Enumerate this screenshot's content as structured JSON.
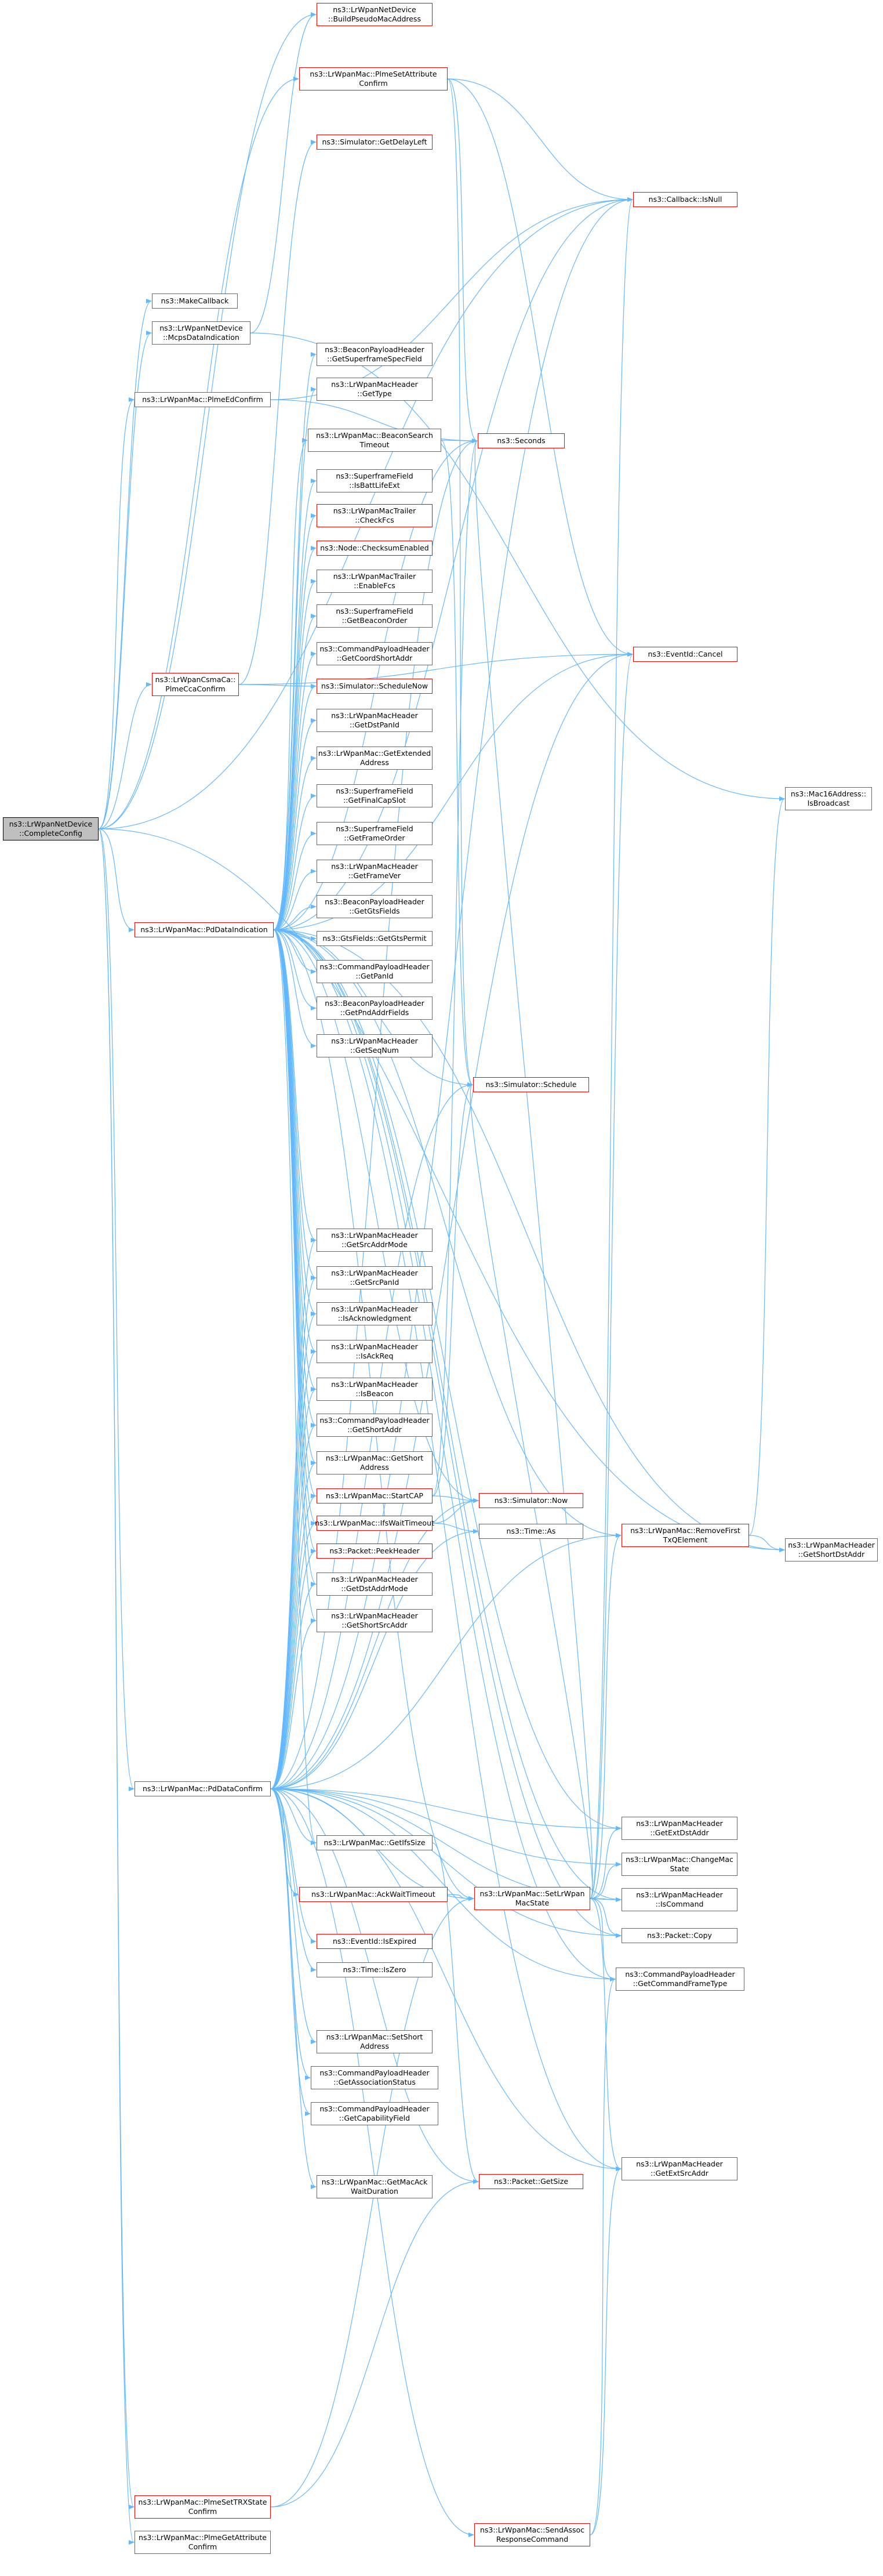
{
  "diagram": {
    "colors": {
      "edge": "#63b8ff",
      "border_default": "#666666",
      "border_linked": "#ff0000",
      "root_fill": "#bfbfbf"
    },
    "nodes": {
      "root": [
        "ns3::LrWpanNetDevice",
        "::CompleteConfig"
      ],
      "n_buildpseudo": [
        "ns3::LrWpanNetDevice",
        "::BuildPseudoMacAddress"
      ],
      "n_plmesetattr": [
        "ns3::LrWpanMac::PlmeSetAttribute",
        "Confirm"
      ],
      "n_getdelayleft": [
        "ns3::Simulator::GetDelayLeft"
      ],
      "n_callbackisnull": [
        "ns3::Callback::IsNull"
      ],
      "n_makecallback": [
        "ns3::MakeCallback"
      ],
      "n_mcpsdataind": [
        "ns3::LrWpanNetDevice",
        "::McpsDataIndication"
      ],
      "n_plmeedconfirm": [
        "ns3::LrWpanMac::PlmeEdConfirm"
      ],
      "n_beaconpayload_getsuperframe": [
        "ns3::BeaconPayloadHeader",
        "::GetSuperframeSpecField"
      ],
      "n_mac_gettype": [
        "ns3::LrWpanMacHeader",
        "::GetType"
      ],
      "n_beaconsearch": [
        "ns3::LrWpanMac::BeaconSearch",
        "Timeout"
      ],
      "n_seconds": [
        "ns3::Seconds"
      ],
      "n_isbattlifeext": [
        "ns3::SuperframeField",
        "::IsBattLifeExt"
      ],
      "n_checkfcs": [
        "ns3::LrWpanMacTrailer",
        "::CheckFcs"
      ],
      "n_checksumenabled": [
        "ns3::Node::ChecksumEnabled"
      ],
      "n_enablefcs": [
        "ns3::LrWpanMacTrailer",
        "::EnableFcs"
      ],
      "n_getbeaconorder": [
        "ns3::SuperframeField",
        "::GetBeaconOrder"
      ],
      "n_getcoordshortaddr": [
        "ns3::CommandPayloadHeader",
        "::GetCoordShortAddr"
      ],
      "n_plmeccaconfirm": [
        "ns3::LrWpanCsmaCa::",
        "PlmeCcaConfirm"
      ],
      "n_schedulenow": [
        "ns3::Simulator::ScheduleNow"
      ],
      "n_eventidcancel": [
        "ns3::EventId::Cancel"
      ],
      "n_getdstpanid": [
        "ns3::LrWpanMacHeader",
        "::GetDstPanId"
      ],
      "n_getextendedaddress": [
        "ns3::LrWpanMac::GetExtended",
        "Address"
      ],
      "n_getfinalcapslot": [
        "ns3::SuperframeField",
        "::GetFinalCapSlot"
      ],
      "n_mac16isbroadcast": [
        "ns3::Mac16Address::",
        "IsBroadcast"
      ],
      "n_getframeorder": [
        "ns3::SuperframeField",
        "::GetFrameOrder"
      ],
      "n_getframever": [
        "ns3::LrWpanMacHeader",
        "::GetFrameVer"
      ],
      "n_pddataindication": [
        "ns3::LrWpanMac::PdDataIndication"
      ],
      "n_getgtsfields": [
        "ns3::BeaconPayloadHeader",
        "::GetGtsFields"
      ],
      "n_getgtspermit": [
        "ns3::GtsFields::GetGtsPermit"
      ],
      "n_getpanid": [
        "ns3::CommandPayloadHeader",
        "::GetPanId"
      ],
      "n_getpndaddrfields": [
        "ns3::BeaconPayloadHeader",
        "::GetPndAddrFields"
      ],
      "n_getseqnum": [
        "ns3::LrWpanMacHeader",
        "::GetSeqNum"
      ],
      "n_simschedule": [
        "ns3::Simulator::Schedule"
      ],
      "n_getsrcaddrmode": [
        "ns3::LrWpanMacHeader",
        "::GetSrcAddrMode"
      ],
      "n_getsrcpanid": [
        "ns3::LrWpanMacHeader",
        "::GetSrcPanId"
      ],
      "n_isacknowledgment": [
        "ns3::LrWpanMacHeader",
        "::IsAcknowledgment"
      ],
      "n_isackreq": [
        "ns3::LrWpanMacHeader",
        "::IsAckReq"
      ],
      "n_isbeacon": [
        "ns3::LrWpanMacHeader",
        "::IsBeacon"
      ],
      "n_removefirsttxq": [
        "ns3::LrWpanMac::RemoveFirst",
        "TxQElement"
      ],
      "n_getshortdstaddr": [
        "ns3::LrWpanMacHeader",
        "::GetShortDstAddr"
      ],
      "n_getshortaddr_cmd": [
        "ns3::CommandPayloadHeader",
        "::GetShortAddr"
      ],
      "n_getshortaddress": [
        "ns3::LrWpanMac::GetShort",
        "Address"
      ],
      "n_startcap": [
        "ns3::LrWpanMac::StartCAP"
      ],
      "n_simnow": [
        "ns3::Simulator::Now"
      ],
      "n_ifswaittimeout": [
        "ns3::LrWpanMac::IfsWaitTimeout"
      ],
      "n_timeas": [
        "ns3::Time::As"
      ],
      "n_peekheader": [
        "ns3::Packet::PeekHeader"
      ],
      "n_getdstaddrmode": [
        "ns3::LrWpanMacHeader",
        "::GetDstAddrMode"
      ],
      "n_getshortsrcaddr": [
        "ns3::LrWpanMacHeader",
        "::GetShortSrcAddr"
      ],
      "n_pddataconfirm": [
        "ns3::LrWpanMac::PdDataConfirm"
      ],
      "n_getextdstaddr": [
        "ns3::LrWpanMacHeader",
        "::GetExtDstAddr"
      ],
      "n_getifssize": [
        "ns3::LrWpanMac::GetIfsSize"
      ],
      "n_changemacstate": [
        "ns3::LrWpanMac::ChangeMac",
        "State"
      ],
      "n_ackwaittimeout": [
        "ns3::LrWpanMac::AckWaitTimeout"
      ],
      "n_setlrwpanmacstate": [
        "ns3::LrWpanMac::SetLrWpan",
        "MacState"
      ],
      "n_iscommand": [
        "ns3::LrWpanMacHeader",
        "::IsCommand"
      ],
      "n_packetcopy": [
        "ns3::Packet::Copy"
      ],
      "n_eventidisexpired": [
        "ns3::EventId::IsExpired"
      ],
      "n_timeiszero": [
        "ns3::Time::IsZero"
      ],
      "n_getcommandframetype": [
        "ns3::CommandPayloadHeader",
        "::GetCommandFrameType"
      ],
      "n_setshortaddress": [
        "ns3::LrWpanMac::SetShort",
        "Address"
      ],
      "n_getassociationstatus": [
        "ns3::CommandPayloadHeader",
        "::GetAssociationStatus"
      ],
      "n_getcapabilityfield": [
        "ns3::CommandPayloadHeader",
        "::GetCapabilityField"
      ],
      "n_getextsrcaddr": [
        "ns3::LrWpanMacHeader",
        "::GetExtSrcAddr"
      ],
      "n_packetgetsize": [
        "ns3::Packet::GetSize"
      ],
      "n_getmacackwaitduration": [
        "ns3::LrWpanMac::GetMacAck",
        "WaitDuration"
      ],
      "n_plmesettrxstate": [
        "ns3::LrWpanMac::PlmeSetTRXState",
        "Confirm"
      ],
      "n_sendassocresponse": [
        "ns3::LrWpanMac::SendAssoc",
        "ResponseCommand"
      ],
      "n_plmegetattr": [
        "ns3::LrWpanMac::PlmeGetAttribute",
        "Confirm"
      ]
    }
  }
}
